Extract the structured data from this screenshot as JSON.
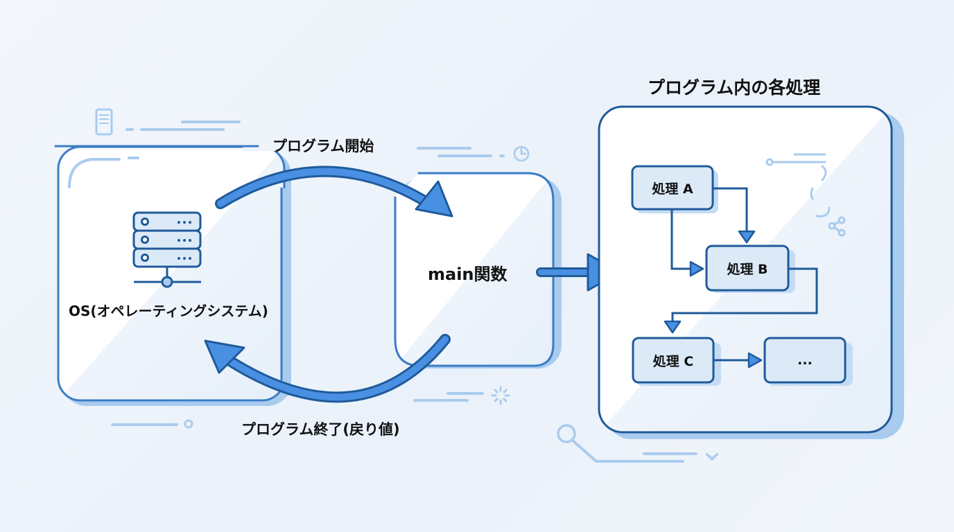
{
  "diagram": {
    "title": "プログラム内の各処理",
    "os_box": {
      "label": "OS(オペレーティングシステム)",
      "icon": "server-icon"
    },
    "main_box": {
      "label": "main関数"
    },
    "arrows": {
      "start": "プログラム開始",
      "end": "プログラム終了(戻り値)"
    },
    "process_nodes": [
      {
        "id": "A",
        "label": "処理 A"
      },
      {
        "id": "B",
        "label": "処理 B"
      },
      {
        "id": "C",
        "label": "処理 C"
      },
      {
        "id": "more",
        "label": "..."
      }
    ],
    "edges": [
      {
        "from": "OS",
        "to": "main",
        "label": "プログラム開始"
      },
      {
        "from": "main",
        "to": "OS",
        "label": "プログラム終了(戻り値)"
      },
      {
        "from": "main",
        "to": "processes"
      },
      {
        "from": "A",
        "to": "B"
      },
      {
        "from": "B",
        "to": "C"
      },
      {
        "from": "C",
        "to": "more"
      }
    ],
    "colors": {
      "primary": "#1f5a9a",
      "accent": "#4a90e2",
      "light": "#a9cbee",
      "node_fill": "#dceaf8",
      "background": "#eef4fb"
    }
  }
}
